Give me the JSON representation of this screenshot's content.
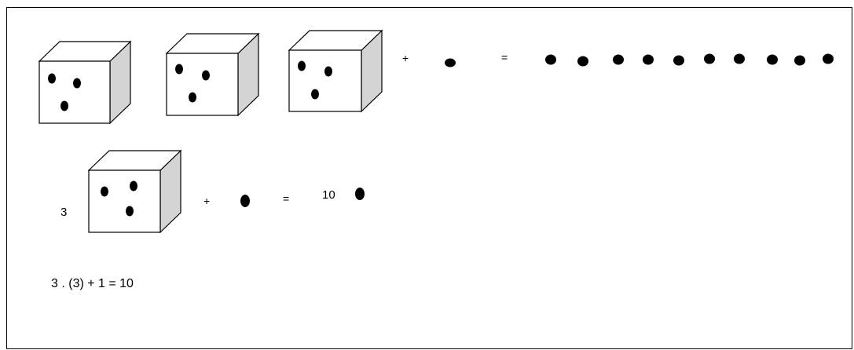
{
  "row1": {
    "plus": "+",
    "equals": "=",
    "dice_dots": [
      3,
      3,
      3
    ],
    "extra_dots": 1,
    "result_dots": 10
  },
  "row2": {
    "coefficient": "3",
    "plus": "+",
    "equals": "=",
    "result": "10",
    "die_dots": 3
  },
  "equation": "3 . (3) + 1 = 10",
  "colors": {
    "ink": "#000000",
    "cube_side": "#d4d4d4",
    "cube_face": "#ffffff"
  }
}
